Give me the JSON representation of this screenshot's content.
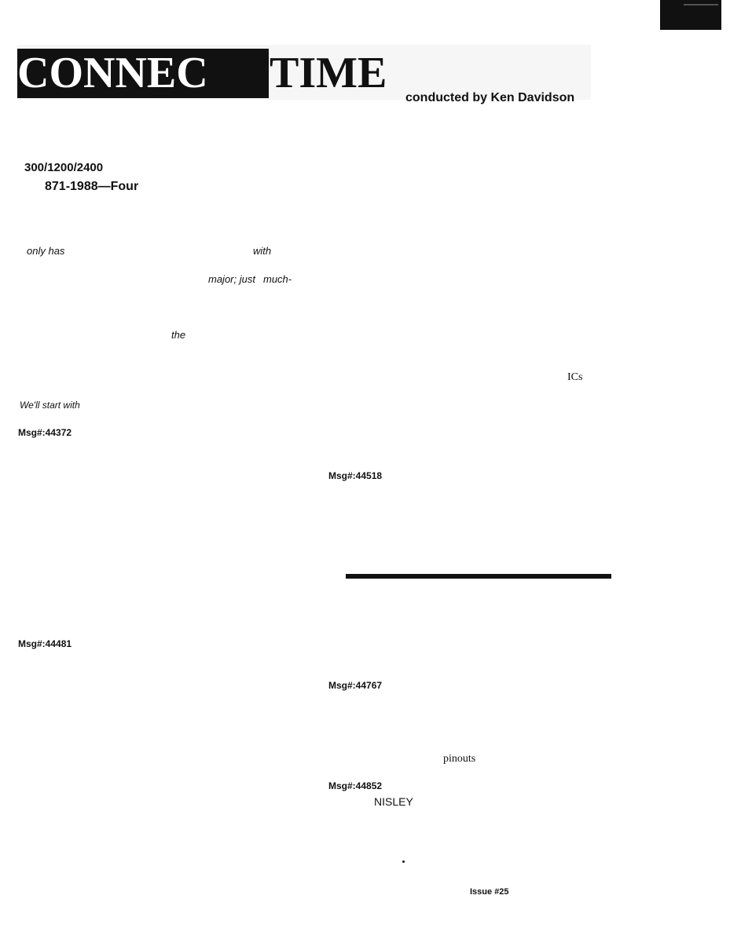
{
  "masthead": {
    "title_dark": "CONNEC",
    "title_light": "TIME",
    "byline": "conducted by Ken Davidson"
  },
  "left_column": {
    "line1": "300/1200/2400",
    "line2": "871-1988—Four",
    "line3": "only has",
    "line3b": "with",
    "line4": "major; just",
    "line4b": "much-",
    "line5": "the",
    "line6": "We'll start with",
    "msg1": "Msg#:44372",
    "msg2": "Msg#:44481"
  },
  "right_column": {
    "ics": "ICs",
    "msg3": "Msg#:44518",
    "msg4": "Msg#:44767",
    "pinouts": "pinouts",
    "msg5": "Msg#:44852",
    "nisley": "NISLEY"
  },
  "footer": {
    "issue": "Issue #25"
  }
}
